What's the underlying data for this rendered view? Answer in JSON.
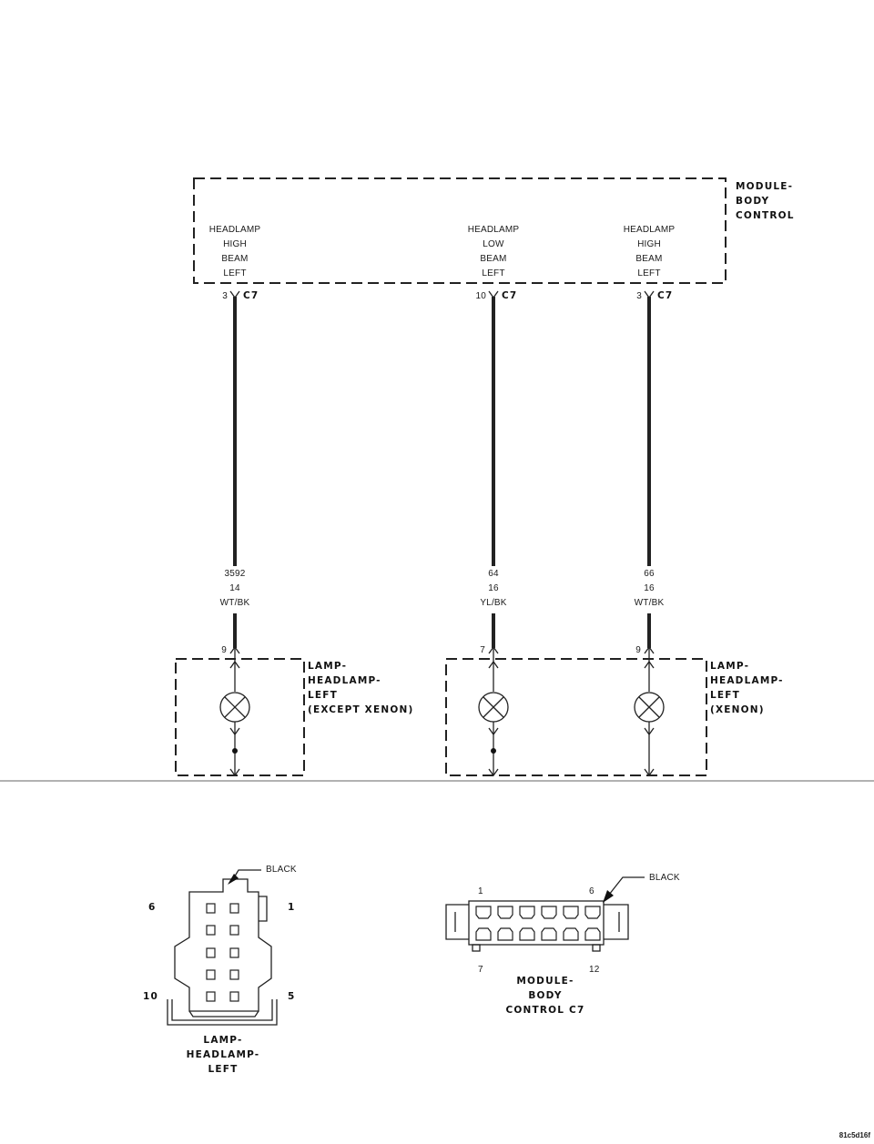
{
  "module": {
    "name_lines": [
      "MODULE-",
      "BODY",
      "CONTROL"
    ],
    "pins": [
      {
        "lines": [
          "HEADLAMP",
          "HIGH",
          "BEAM",
          "LEFT"
        ],
        "pin": "3",
        "connector": "C7"
      },
      {
        "lines": [
          "HEADLAMP",
          "LOW",
          "BEAM",
          "LEFT"
        ],
        "pin": "10",
        "connector": "C7"
      },
      {
        "lines": [
          "HEADLAMP",
          "HIGH",
          "BEAM",
          "LEFT"
        ],
        "pin": "3",
        "connector": "C7"
      }
    ]
  },
  "wires": [
    {
      "circuit": "3592",
      "gauge": "14",
      "color": "WT/BK",
      "lamp_pin": "9"
    },
    {
      "circuit": "64",
      "gauge": "16",
      "color": "YL/BK",
      "lamp_pin": "7"
    },
    {
      "circuit": "66",
      "gauge": "16",
      "color": "WT/BK",
      "lamp_pin": "9"
    }
  ],
  "lamps": [
    {
      "lines": [
        "LAMP-",
        "HEADLAMP-",
        "LEFT",
        "(EXCEPT XENON)"
      ]
    },
    {
      "lines": [
        "LAMP-",
        "HEADLAMP-",
        "LEFT",
        "(XENON)"
      ]
    }
  ],
  "connector_views": {
    "lamp": {
      "color_label": "BLACK",
      "pin_labels": {
        "top_left": "6",
        "top_right": "1",
        "bottom_left": "10",
        "bottom_right": "5"
      },
      "name_lines": [
        "LAMP-",
        "HEADLAMP-",
        "LEFT"
      ]
    },
    "module": {
      "color_label": "BLACK",
      "pin_labels": {
        "top_left": "1",
        "top_right": "6",
        "bottom_left": "7",
        "bottom_right": "12"
      },
      "name_lines": [
        "MODULE-",
        "BODY",
        "CONTROL C7"
      ]
    }
  },
  "figure_id": "81c5d16f"
}
